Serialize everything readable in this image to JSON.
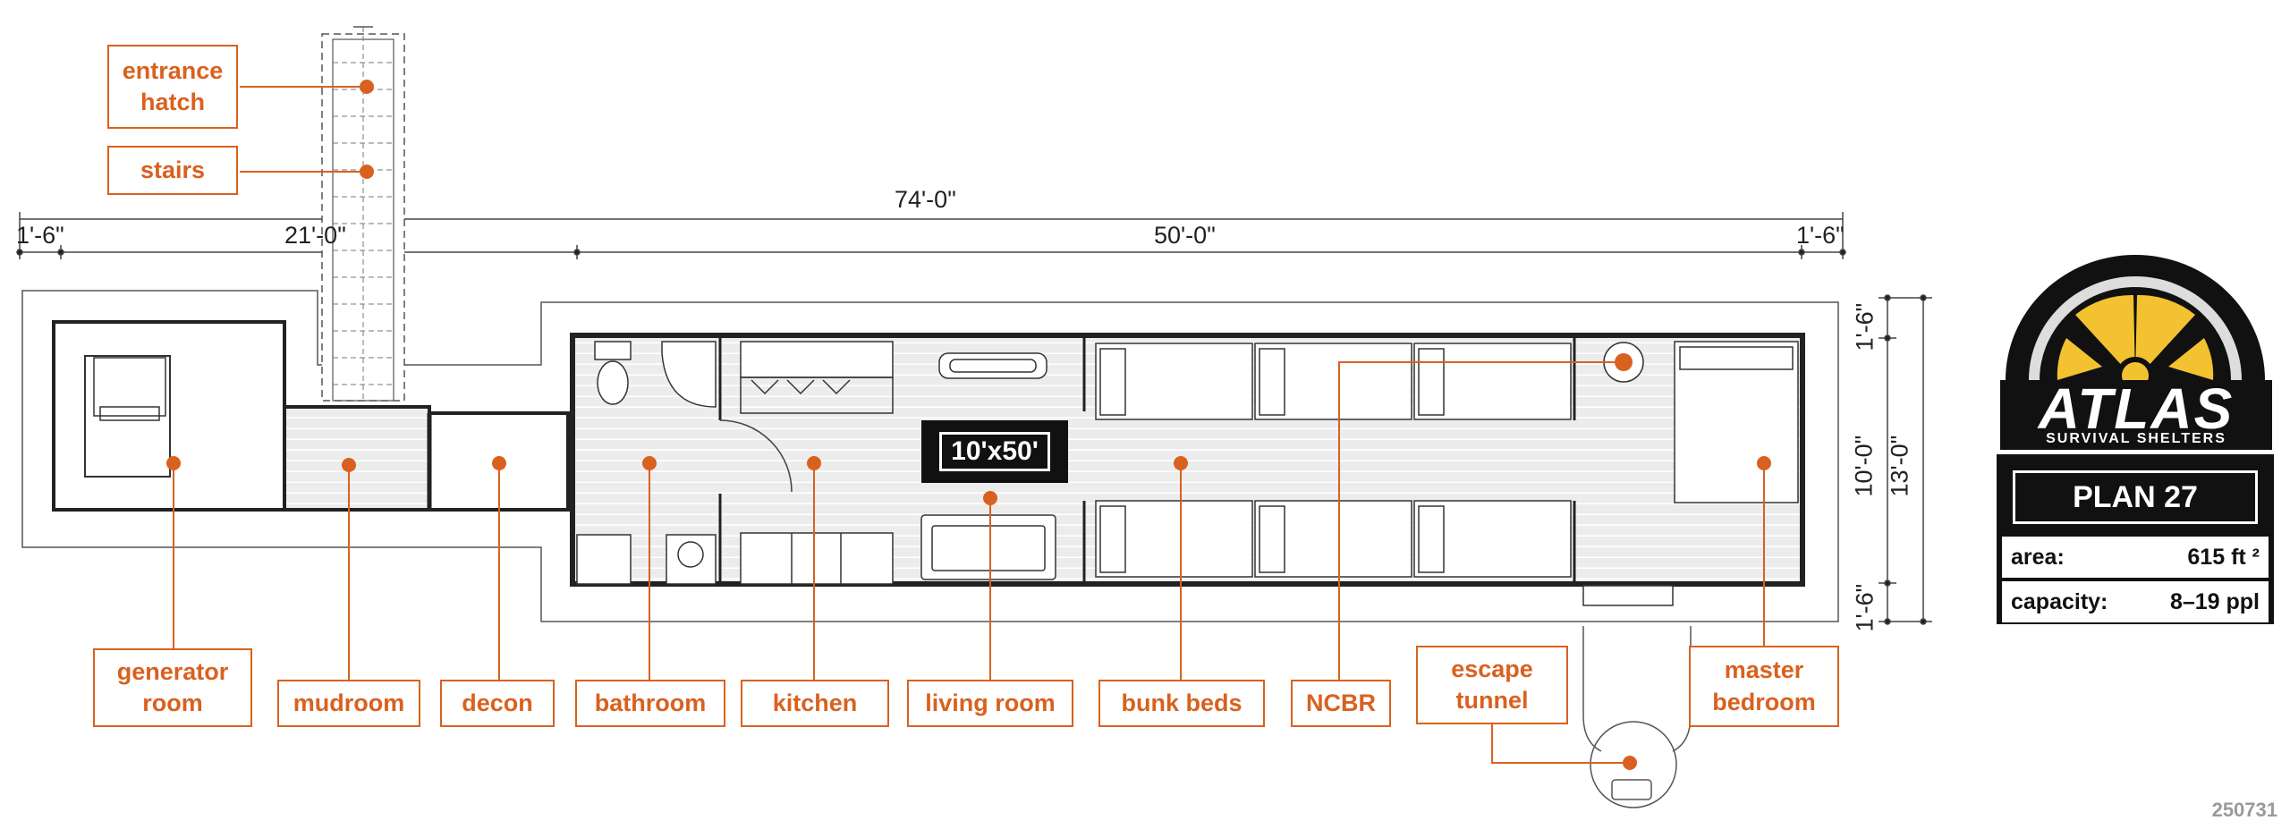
{
  "dimensions": {
    "total": "74'-0\"",
    "left_margin": "1'-6\"",
    "left_section": "21'-0\"",
    "main_section": "50'-0\"",
    "right_margin": "1'-6\"",
    "v_top": "1'-6\"",
    "v_interior": "10'-0\"",
    "v_total": "13'-0\"",
    "v_bottom": "1'-6\""
  },
  "room_size": "10'x50'",
  "labels": {
    "entrance_hatch": "entrance\nhatch",
    "stairs": "stairs",
    "generator_room": "generator\nroom",
    "mudroom": "mudroom",
    "decon": "decon",
    "bathroom": "bathroom",
    "kitchen": "kitchen",
    "living_room": "living room",
    "bunk_beds": "bunk beds",
    "ncbr": "NCBR",
    "escape_tunnel": "escape\ntunnel",
    "master_bedroom": "master\nbedroom"
  },
  "brand": {
    "name": "ATLAS",
    "tagline": "SURVIVAL SHELTERS",
    "plan": "PLAN 27",
    "area_label": "area:",
    "area_value": "615 ft ²",
    "capacity_label": "capacity:",
    "capacity_value": "8–19 ppl",
    "accent_color": "#d9611f",
    "logo_yellow": "#f2c230"
  },
  "plan_id": "250731"
}
